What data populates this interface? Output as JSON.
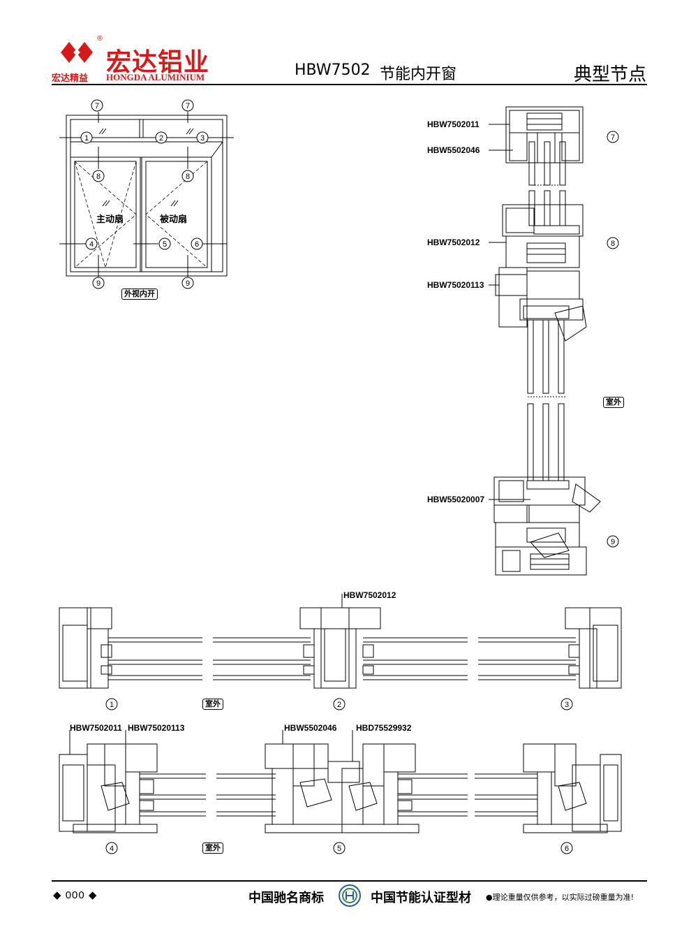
{
  "header": {
    "logo_cn": "宏达铝业",
    "logo_en": "HONGDA ALUMINIUM",
    "logo_slogan": "宏达精益",
    "registered": "®",
    "model": "HBW7502",
    "title": "节能内开窗",
    "section": "典型节点"
  },
  "elevation": {
    "leaf_active": "主动扇",
    "leaf_passive": "被动扇",
    "view_badge": "外视内开",
    "markers": [
      "①",
      "②",
      "③",
      "④",
      "⑤",
      "⑥",
      "⑦",
      "⑦",
      "⑧",
      "⑧",
      "⑨",
      "⑨"
    ]
  },
  "vertical_section": {
    "codes": [
      "HBW7502011",
      "HBW5502046",
      "HBW7502012",
      "HBW75020113",
      "HBW55020007"
    ],
    "markers": [
      "⑦",
      "⑧",
      "⑨"
    ],
    "outside_badge": "室外"
  },
  "horizontal_top": {
    "code": "HBW7502012",
    "markers": [
      "①",
      "②",
      "③"
    ],
    "outside_badge": "室外"
  },
  "horizontal_bottom": {
    "codes": [
      "HBW7502011",
      "HBW75020113",
      "HBW5502046",
      "HBD75529932"
    ],
    "markers": [
      "④",
      "⑤",
      "⑥"
    ],
    "outside_badge": "室外"
  },
  "footer": {
    "page": "◆ 000 ◆",
    "brand": "中国驰名商标",
    "cert": "中国节能认证型材",
    "note": "●理论重量仅供参考，以实际过磅重量为准!"
  }
}
